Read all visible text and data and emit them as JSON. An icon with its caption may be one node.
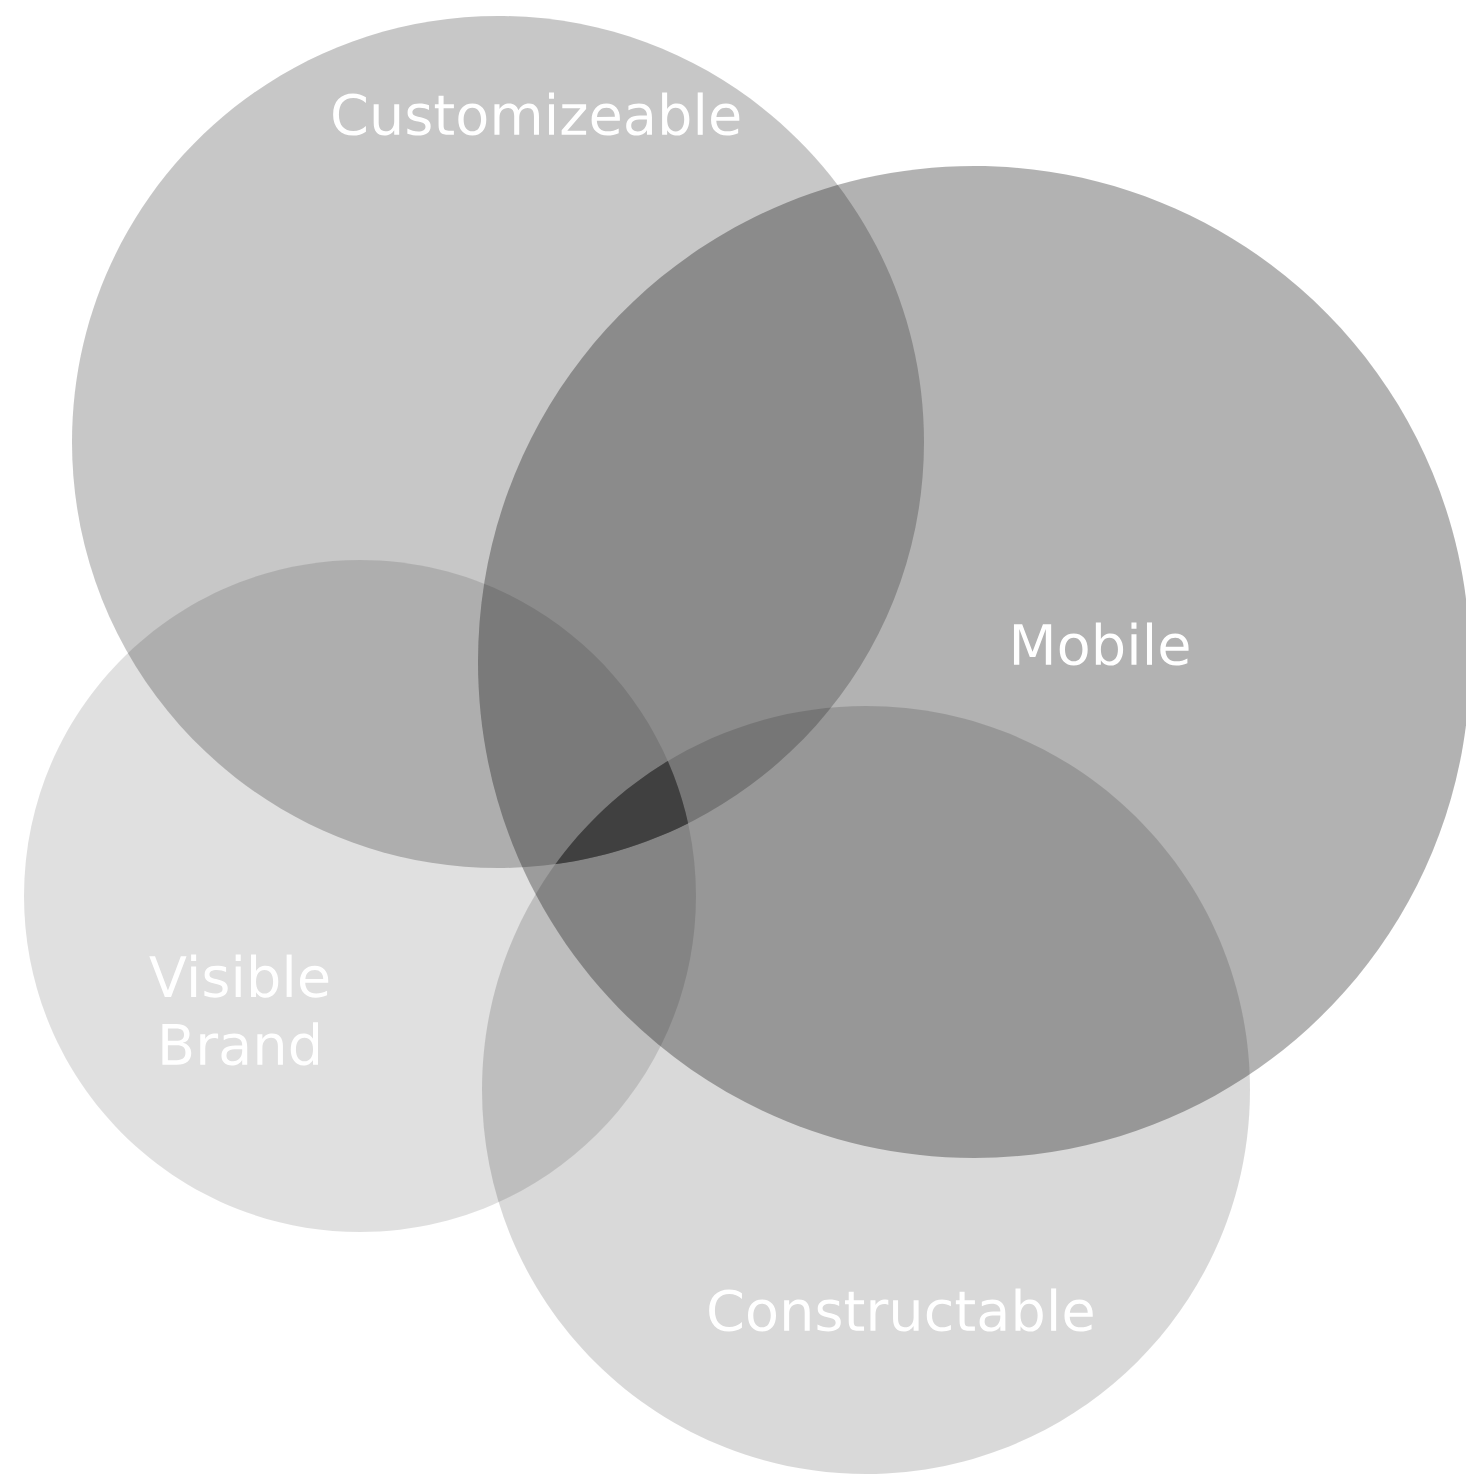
{
  "diagram": {
    "nodes": [
      {
        "text": [
          "Customizeable"
        ]
      },
      {
        "text": [
          "Mobile"
        ]
      },
      {
        "text": [
          "Visible Brand"
        ]
      },
      {
        "text": [
          "Constructable"
        ]
      }
    ]
  }
}
